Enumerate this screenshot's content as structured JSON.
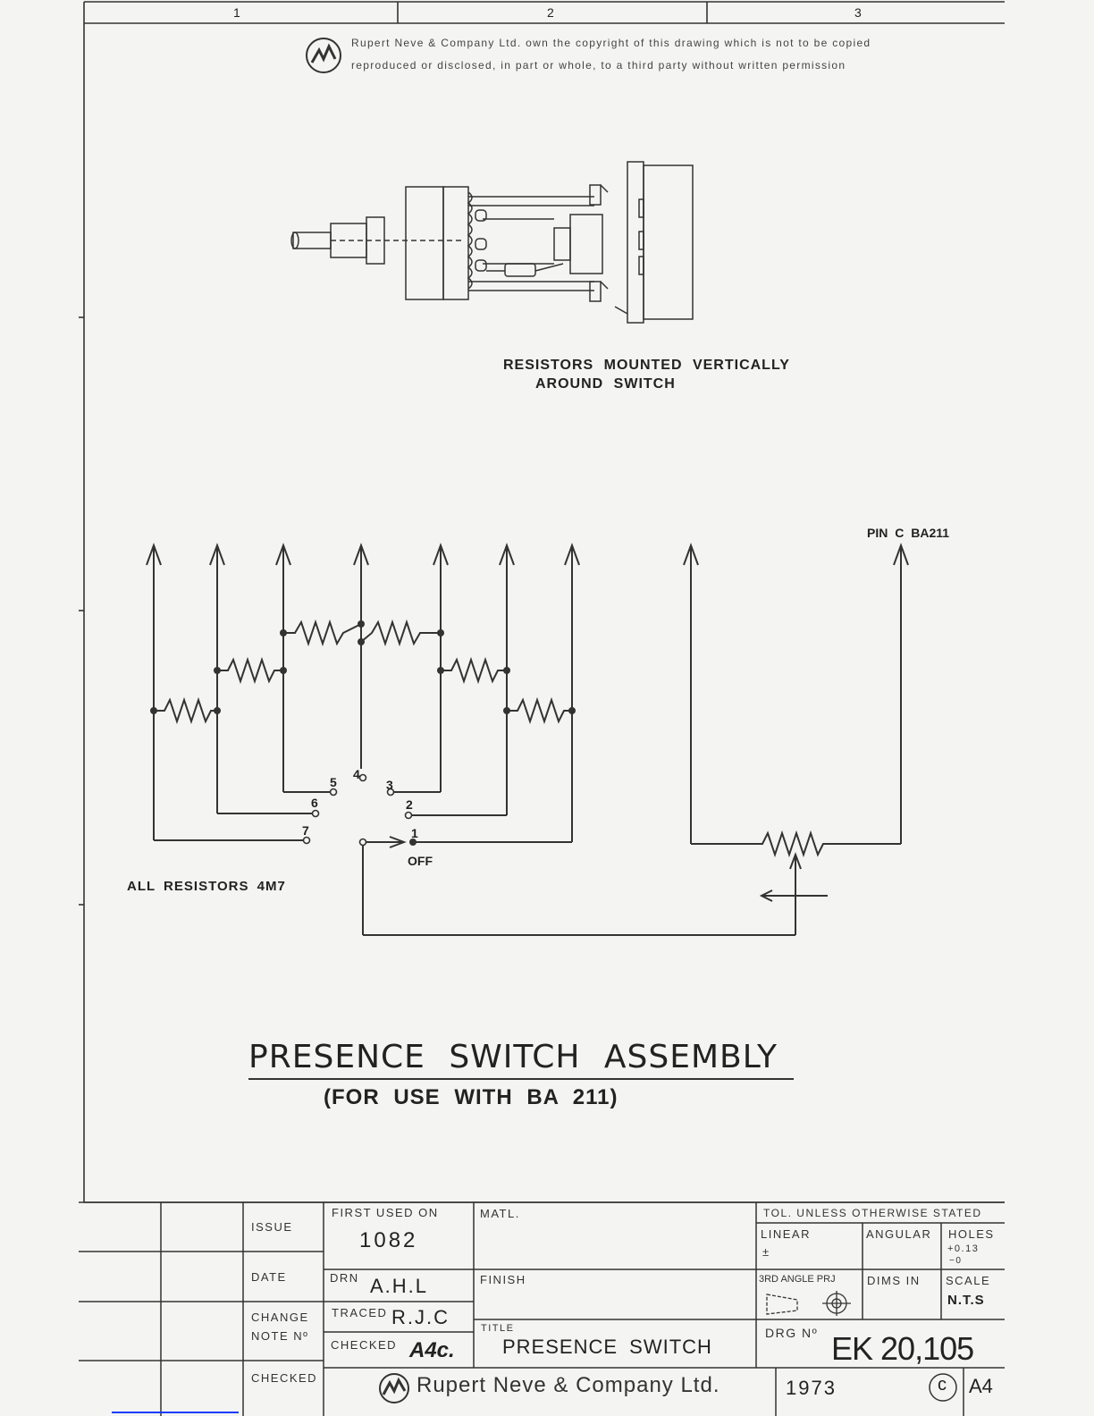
{
  "zones": [
    "1",
    "2",
    "3"
  ],
  "copyright": {
    "line1": "Rupert Neve & Company Ltd. own the copyright of this drawing which is not to be copied",
    "line2": "reproduced or disclosed, in part or whole, to a third party without written permission"
  },
  "assembly_note": {
    "line1": "RESISTORS  MOUNTED  VERTICALLY",
    "line2": "AROUND  SWITCH"
  },
  "schematic": {
    "pin_label": "PIN C  BA211",
    "resistor_note": "ALL  RESISTORS   4M7",
    "positions": [
      "1",
      "2",
      "3",
      "4",
      "5",
      "6",
      "7"
    ],
    "off_label": "OFF"
  },
  "title": "PRESENCE  SWITCH  ASSEMBLY",
  "subtitle": "(FOR  USE  WITH  BA 211)",
  "title_block": {
    "issue_label": "ISSUE",
    "date_label": "DATE",
    "change_label_1": "CHANGE",
    "change_label_2": "NOTE Nº",
    "checked_label": "CHECKED",
    "first_used_label": "FIRST USED ON",
    "first_used_value": "1082",
    "drn_label": "DRN",
    "drn_value": "A.H.L",
    "traced_label": "TRACED",
    "traced_value": "R.J.C",
    "checked2_label": "CHECKED",
    "checked2_value": "A4c.",
    "matl_label": "MATL.",
    "finish_label": "FINISH",
    "title_label": "TITLE",
    "title_value": "PRESENCE  SWITCH",
    "tol_label": "TOL. UNLESS OTHERWISE STATED",
    "linear_label": "LINEAR",
    "linear_value": "±",
    "angular_label": "ANGULAR",
    "holes_label": "HOLES",
    "holes_plus": "+0.13",
    "holes_minus": "−0",
    "projection_label": "3RD ANGLE PRJ",
    "dims_label": "DIMS IN",
    "scale_label": "SCALE",
    "scale_value": "N.T.S",
    "drg_label": "DRG Nº",
    "drg_value": "EK 20,105",
    "company": "Rupert Neve & Company Ltd.",
    "year": "1973",
    "copyright_mark": "c",
    "sheet_size": "A4"
  }
}
